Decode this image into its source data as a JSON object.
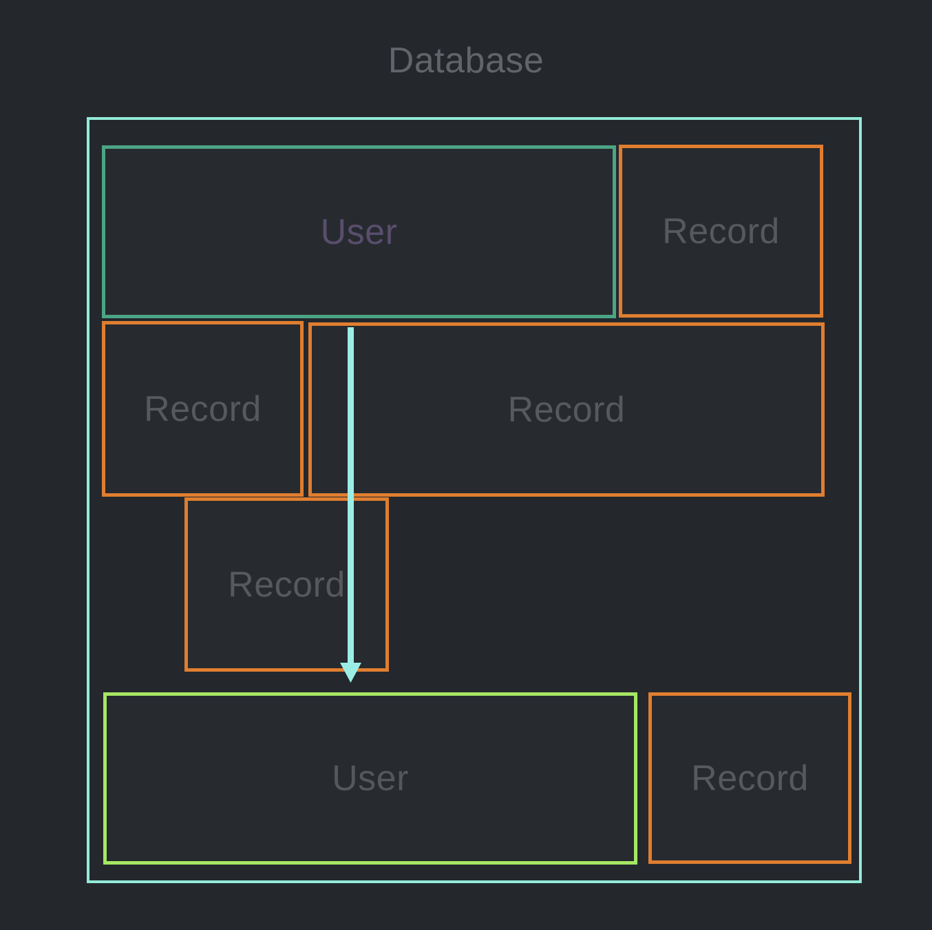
{
  "title": "Database",
  "nodes": {
    "user_top": {
      "label": "User"
    },
    "record_top_right": {
      "label": "Record"
    },
    "record_mid_left": {
      "label": "Record"
    },
    "record_mid_wide": {
      "label": "Record"
    },
    "record_lower_mid": {
      "label": "Record"
    },
    "user_bottom": {
      "label": "User"
    },
    "record_bottom_right": {
      "label": "Record"
    }
  },
  "arrow": {
    "from": "user_top",
    "to": "user_bottom",
    "direction": "down"
  },
  "colors": {
    "background": "#24282d",
    "node_fill": "#272a2f",
    "outer_container_border": "#93ead8",
    "user_top_border": "#4ba585",
    "user_top_text": "#594e6d",
    "record_border": "#e07e30",
    "record_text": "#56595d",
    "user_bottom_border": "#a5e763",
    "user_bottom_text": "#54585c",
    "arrow": "#9beee5",
    "title_text": "#616469"
  }
}
